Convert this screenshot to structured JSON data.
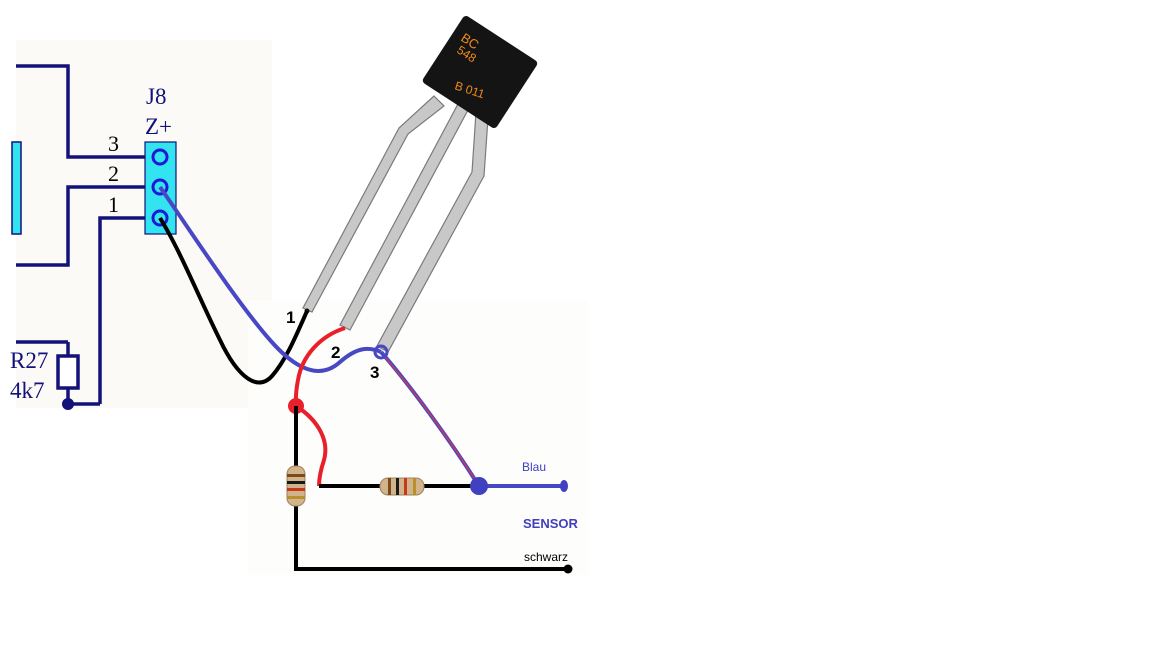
{
  "connector": {
    "name": "J8",
    "subtitle": "Z+",
    "pins": [
      "3",
      "2",
      "1"
    ]
  },
  "resistor_ref": {
    "name": "R27",
    "value": "4k7"
  },
  "transistor": {
    "type_line1": "BC",
    "type_line2": "548",
    "marking": "B 011",
    "leg_labels": [
      "1",
      "2",
      "3"
    ]
  },
  "sensor": {
    "title": "SENSOR",
    "wire_blue": "Blau",
    "wire_black": "schwarz"
  },
  "colors": {
    "pcb_trace": "#12127a",
    "connector_fill": "#33e3ef",
    "pin_ring": "#1a1ad8",
    "wire_black": "#000000",
    "wire_blue": "#4040c0",
    "wire_red": "#e8202a",
    "transistor_body": "#141414",
    "transistor_text": "#f08a1c",
    "leg_fill": "#c8c8c8",
    "sensor_label": "#4040c0"
  }
}
